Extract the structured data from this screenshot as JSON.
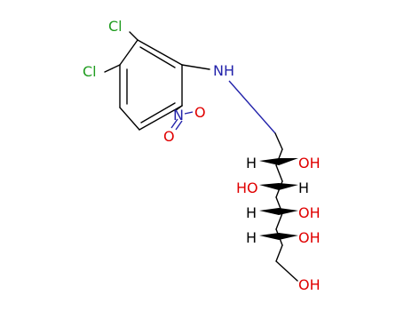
{
  "molecule": {
    "atoms": {
      "cl_top": "Cl",
      "cl_left": "Cl",
      "nh": "NH",
      "nitro_n": "N",
      "nitro_o1": "O",
      "nitro_o2": "O",
      "h1": "H",
      "oh1": "OH",
      "ho2": "HO",
      "h2": "H",
      "h3": "H",
      "oh3": "OH",
      "h4": "H",
      "oh4": "OH",
      "oh5": "OH"
    },
    "colors": {
      "chlorine": "#1f9c1f",
      "oxygen": "#e00000",
      "nitrogen": "#2222aa",
      "carbon_bond": "#000000"
    }
  }
}
